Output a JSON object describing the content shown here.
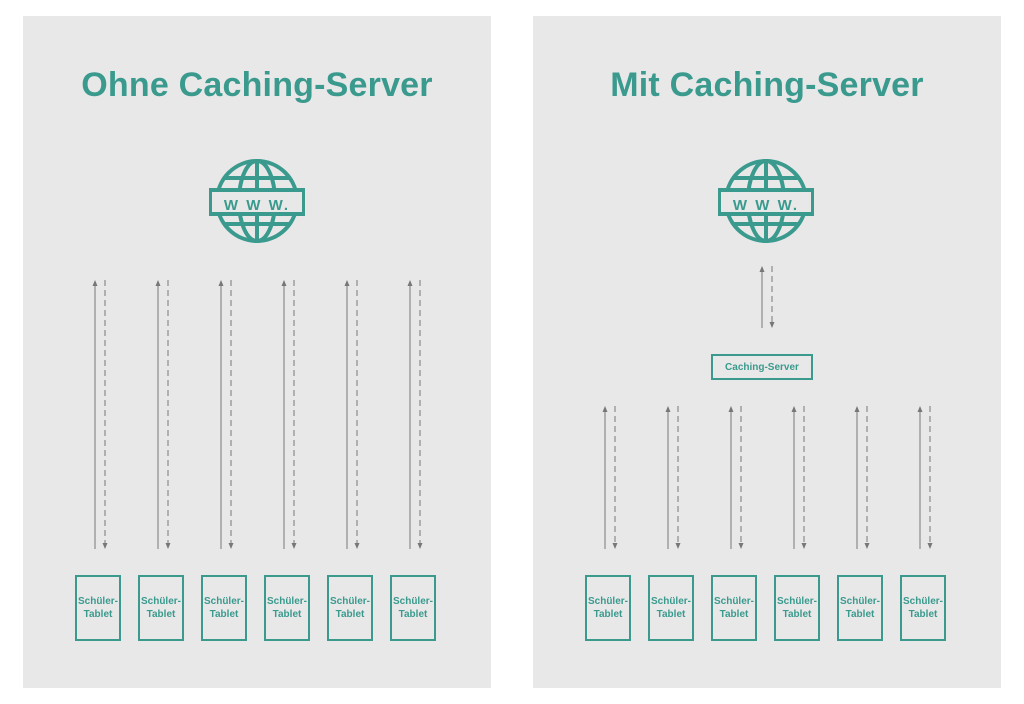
{
  "colors": {
    "accent": "#3a9a8e",
    "panel": "#e8e8e8",
    "arrow": "#777777"
  },
  "left": {
    "title": "Ohne Caching-Server",
    "globe": {
      "icon": "globe-www-icon",
      "label": "W W W."
    },
    "tablets": [
      "Schüler-\nTablet",
      "Schüler-\nTablet",
      "Schüler-\nTablet",
      "Schüler-\nTablet",
      "Schüler-\nTablet",
      "Schüler-\nTablet"
    ]
  },
  "right": {
    "title": "Mit Caching-Server",
    "globe": {
      "icon": "globe-www-icon",
      "label": "W W W."
    },
    "server": "Caching-Server",
    "tablets": [
      "Schüler-\nTablet",
      "Schüler-\nTablet",
      "Schüler-\nTablet",
      "Schüler-\nTablet",
      "Schüler-\nTablet",
      "Schüler-\nTablet"
    ]
  }
}
